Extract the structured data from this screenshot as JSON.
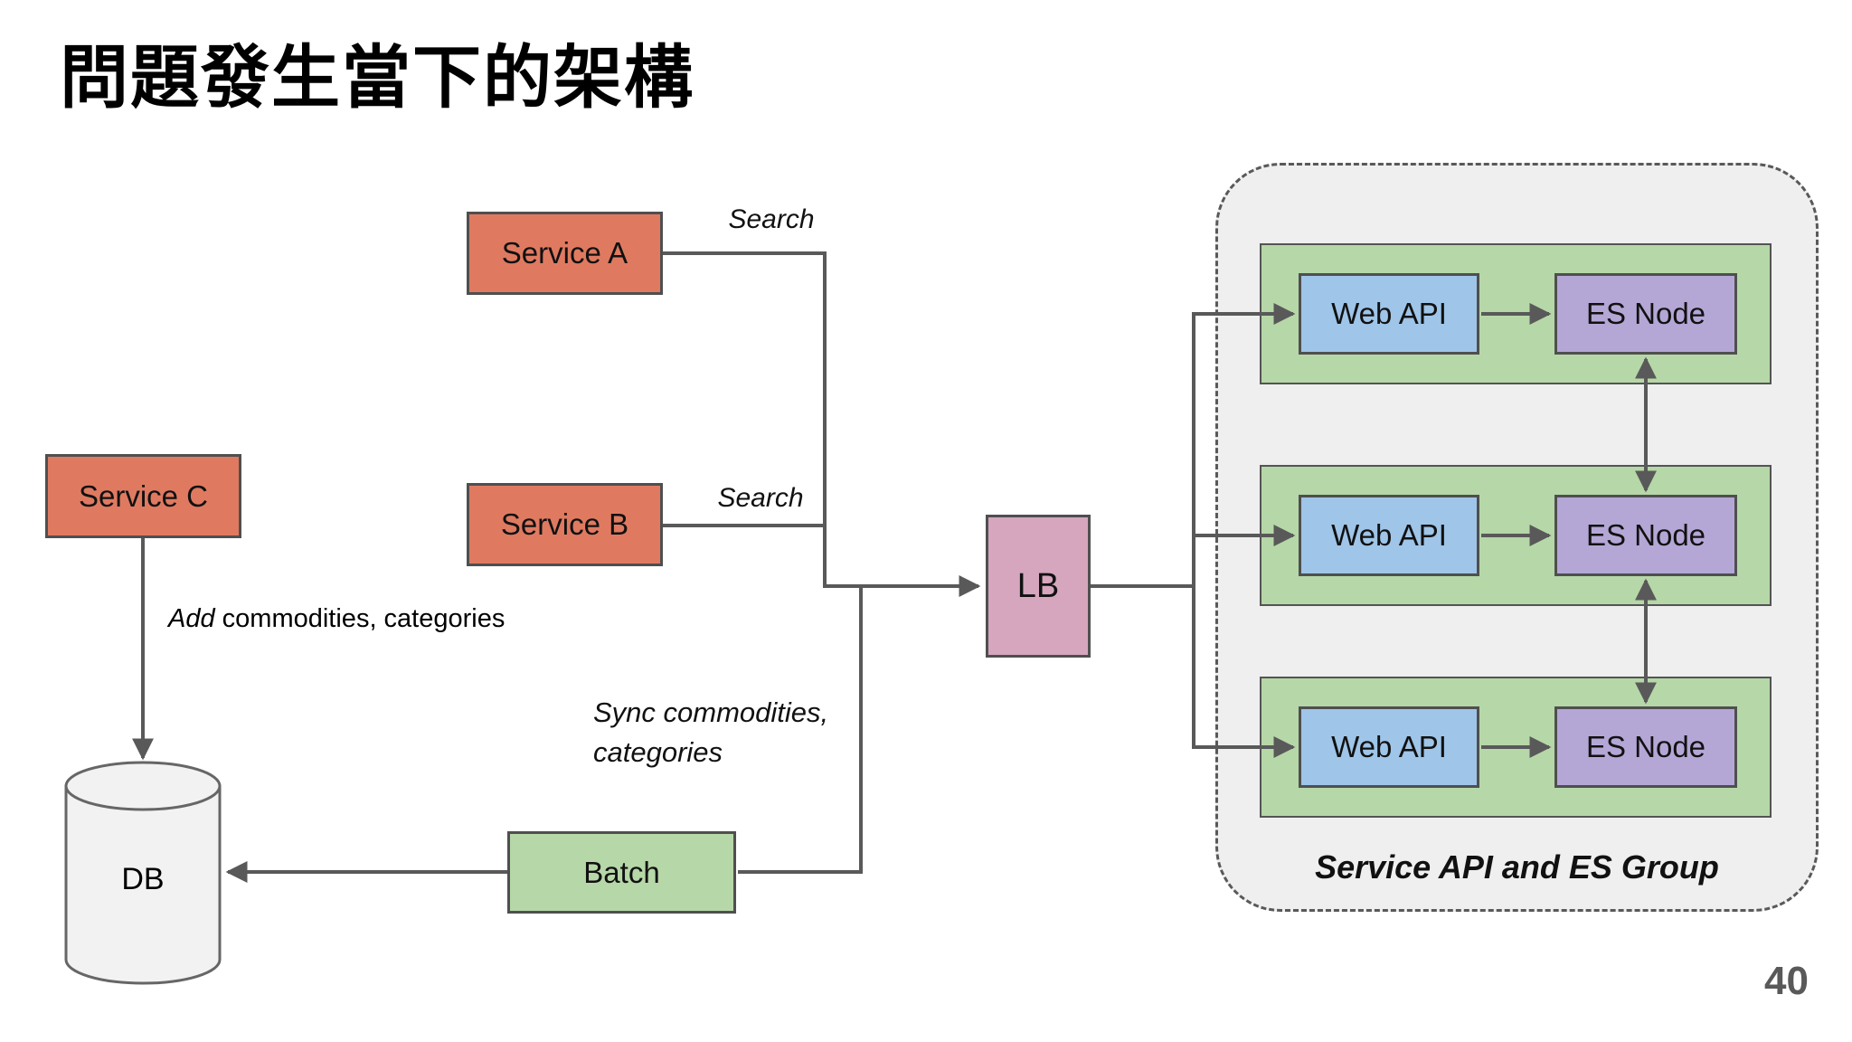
{
  "slide": {
    "title": "問題發生當下的架構",
    "page_number": "40"
  },
  "nodes": {
    "service_a": {
      "label": "Service A"
    },
    "service_b": {
      "label": "Service B"
    },
    "service_c": {
      "label": "Service C"
    },
    "lb": {
      "label": "LB"
    },
    "batch": {
      "label": "Batch"
    },
    "db": {
      "label": "DB"
    }
  },
  "edges": {
    "search_a": {
      "label": "Search"
    },
    "search_b": {
      "label": "Search"
    },
    "add": {
      "italic_word": "Add",
      "rest": " commodities, categories"
    },
    "sync": {
      "line1": "Sync commodities,",
      "line2": "categories"
    }
  },
  "es_cluster": {
    "caption": "Service API and ES Group",
    "rows": [
      {
        "web_api": "Web API",
        "es_node": "ES Node"
      },
      {
        "web_api": "Web API",
        "es_node": "ES Node"
      },
      {
        "web_api": "Web API",
        "es_node": "ES Node"
      }
    ]
  },
  "colors": {
    "service_red": "#DF7A61",
    "lb_pink": "#D5A6BD",
    "green": "#B6D7A8",
    "web_api_blue": "#9FC5E8",
    "es_purple": "#B4A7D6",
    "cluster_gray": "#EFEFEF",
    "db_gray": "#F2F2F2",
    "line_gray": "#595959",
    "title_black": "#000000"
  }
}
